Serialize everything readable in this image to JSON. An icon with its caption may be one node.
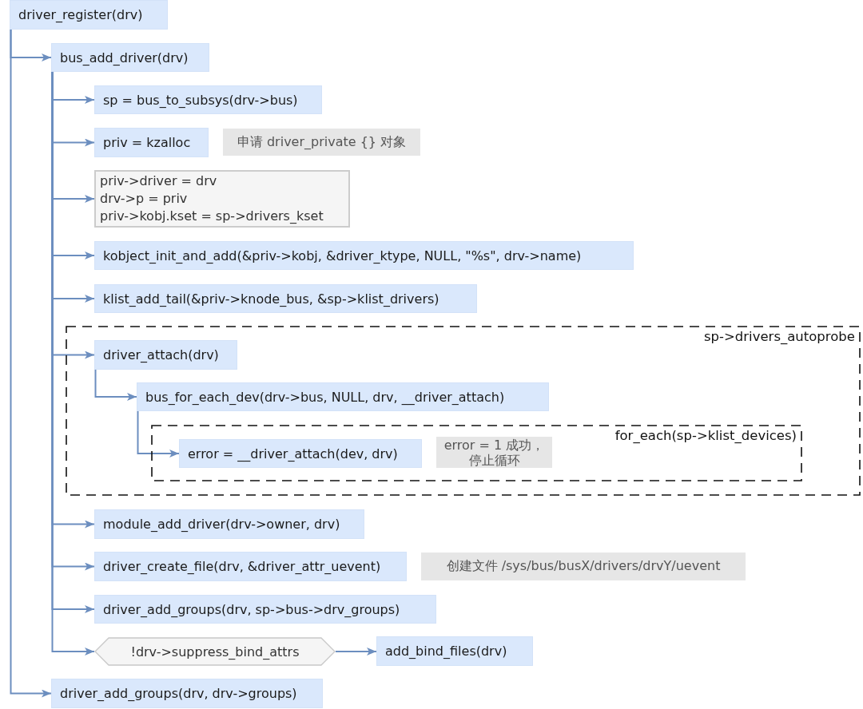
{
  "diagram": {
    "nodes": [
      {
        "text": [
          "driver_register(drv)"
        ]
      },
      {
        "text": [
          "bus_add_driver(drv)"
        ]
      },
      {
        "text": [
          "sp = bus_to_subsys(drv->bus)"
        ]
      },
      {
        "text": [
          "priv = kzalloc"
        ]
      },
      {
        "text": [
          "申请 driver_private {} 对象"
        ]
      },
      {
        "text": [
          "priv->driver = drv",
          "drv->p = priv",
          "priv->kobj.kset = sp->drivers_kset"
        ]
      },
      {
        "text": [
          "kobject_init_and_add(&priv->kobj, &driver_ktype, NULL, \"%s\", drv->name)"
        ]
      },
      {
        "text": [
          "klist_add_tail(&priv->knode_bus, &sp->klist_drivers)"
        ]
      },
      {
        "text": [
          "sp->drivers_autoprobe"
        ]
      },
      {
        "text": [
          "driver_attach(drv)"
        ],
        "in": 8
      },
      {
        "text": [
          "bus_for_each_dev(drv->bus, NULL, drv, __driver_attach)"
        ],
        "in": 8
      },
      {
        "text": [
          "for_each(sp->klist_devices)"
        ],
        "in": 8
      },
      {
        "text": [
          "error = __driver_attach(dev, drv)"
        ],
        "in": 11
      },
      {
        "text": [
          "error = 1 成功，停止循环"
        ],
        "in": 11
      },
      {
        "text": [
          "module_add_driver(drv->owner, drv)"
        ]
      },
      {
        "text": [
          "driver_create_file(drv, &driver_attr_uevent)"
        ]
      },
      {
        "text": [
          "创建文件 /sys/bus/busX/drivers/drvY/uevent"
        ]
      },
      {
        "text": [
          "driver_add_groups(drv, sp->bus->drv_groups)"
        ]
      },
      {
        "text": [
          "!drv->suppress_bind_attrs"
        ]
      },
      {
        "text": [
          "add_bind_files(drv)"
        ]
      },
      {
        "text": [
          "driver_add_groups(drv, drv->groups)"
        ]
      }
    ],
    "edges": [
      {
        "from": 0,
        "to": 1,
        "arrow": "to"
      },
      {
        "from": 0,
        "to": 20,
        "arrow": "to"
      },
      {
        "from": 1,
        "to": 2,
        "arrow": "to"
      },
      {
        "from": 1,
        "to": 3,
        "arrow": "to"
      },
      {
        "from": 1,
        "to": 5,
        "arrow": "to"
      },
      {
        "from": 1,
        "to": 6,
        "arrow": "to"
      },
      {
        "from": 1,
        "to": 7,
        "arrow": "to"
      },
      {
        "from": 1,
        "to": 9,
        "arrow": "to"
      },
      {
        "from": 1,
        "to": 14,
        "arrow": "to"
      },
      {
        "from": 1,
        "to": 15,
        "arrow": "to"
      },
      {
        "from": 1,
        "to": 17,
        "arrow": "to"
      },
      {
        "from": 1,
        "to": 18,
        "arrow": "to"
      },
      {
        "from": 9,
        "to": 10,
        "arrow": "to"
      },
      {
        "from": 10,
        "to": 12,
        "arrow": "to"
      },
      {
        "from": 18,
        "to": 19,
        "arrow": "to"
      }
    ]
  }
}
